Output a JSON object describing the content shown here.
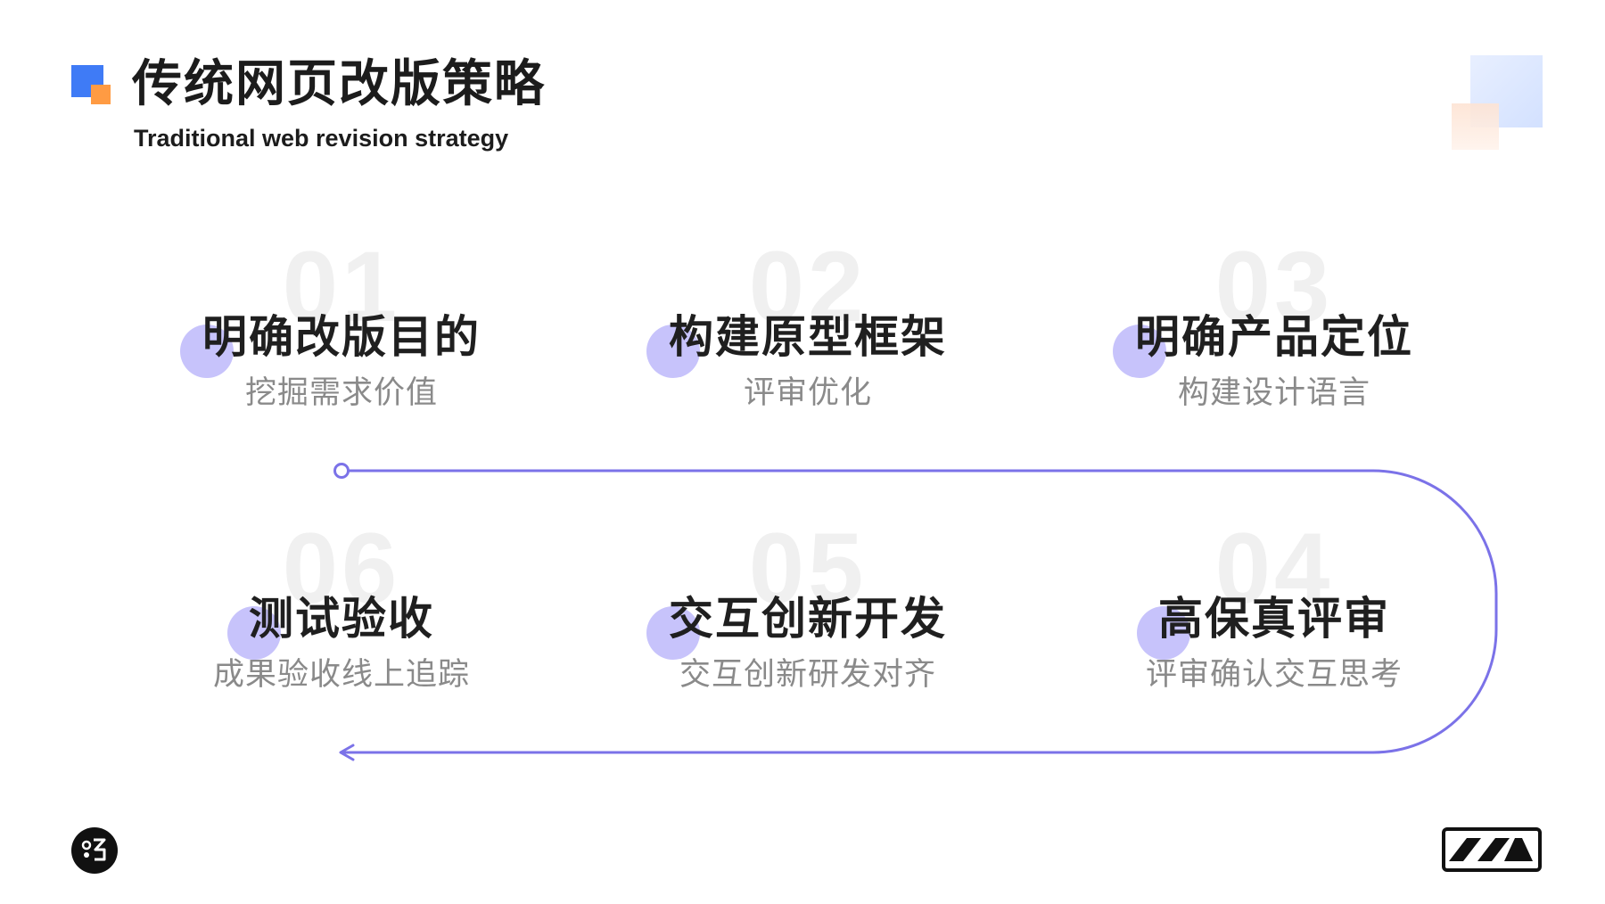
{
  "header": {
    "title": "传统网页改版策略",
    "subtitle": "Traditional web revision strategy"
  },
  "colors": {
    "accent_blue": "#3f7bf6",
    "accent_orange": "#ff9b43",
    "path_purple": "#7b72e8",
    "dot_lavender": "#c4c0fb",
    "number_watermark": "#f0f0f0"
  },
  "steps": [
    {
      "number": "01",
      "title": "明确改版目的",
      "desc": "挖掘需求价值"
    },
    {
      "number": "02",
      "title": "构建原型框架",
      "desc": "评审优化"
    },
    {
      "number": "03",
      "title": "明确产品定位",
      "desc": "构建设计语言"
    },
    {
      "number": "04",
      "title": "高保真评审",
      "desc": "评审确认交互思考"
    },
    {
      "number": "05",
      "title": "交互创新开发",
      "desc": "交互创新研发对齐"
    },
    {
      "number": "06",
      "title": "测试验收",
      "desc": "成果验收线上追踪"
    }
  ],
  "icons": {
    "brand_left": "brand-logo-round-icon",
    "brand_right": "brand-logo-mountain-icon",
    "path_start": "circle-start-icon",
    "path_end": "arrow-left-icon"
  }
}
